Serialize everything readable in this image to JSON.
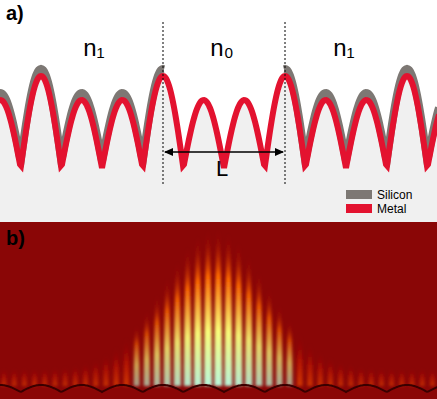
{
  "diagram": {
    "labels": [
      "a)",
      "n₁",
      "n₀",
      "n₁",
      "L",
      "b)"
    ],
    "legend": [
      {
        "text": "Silicon",
        "color": "#7d7874"
      },
      {
        "text": "Metal",
        "color": "#e3122f"
      }
    ]
  }
}
